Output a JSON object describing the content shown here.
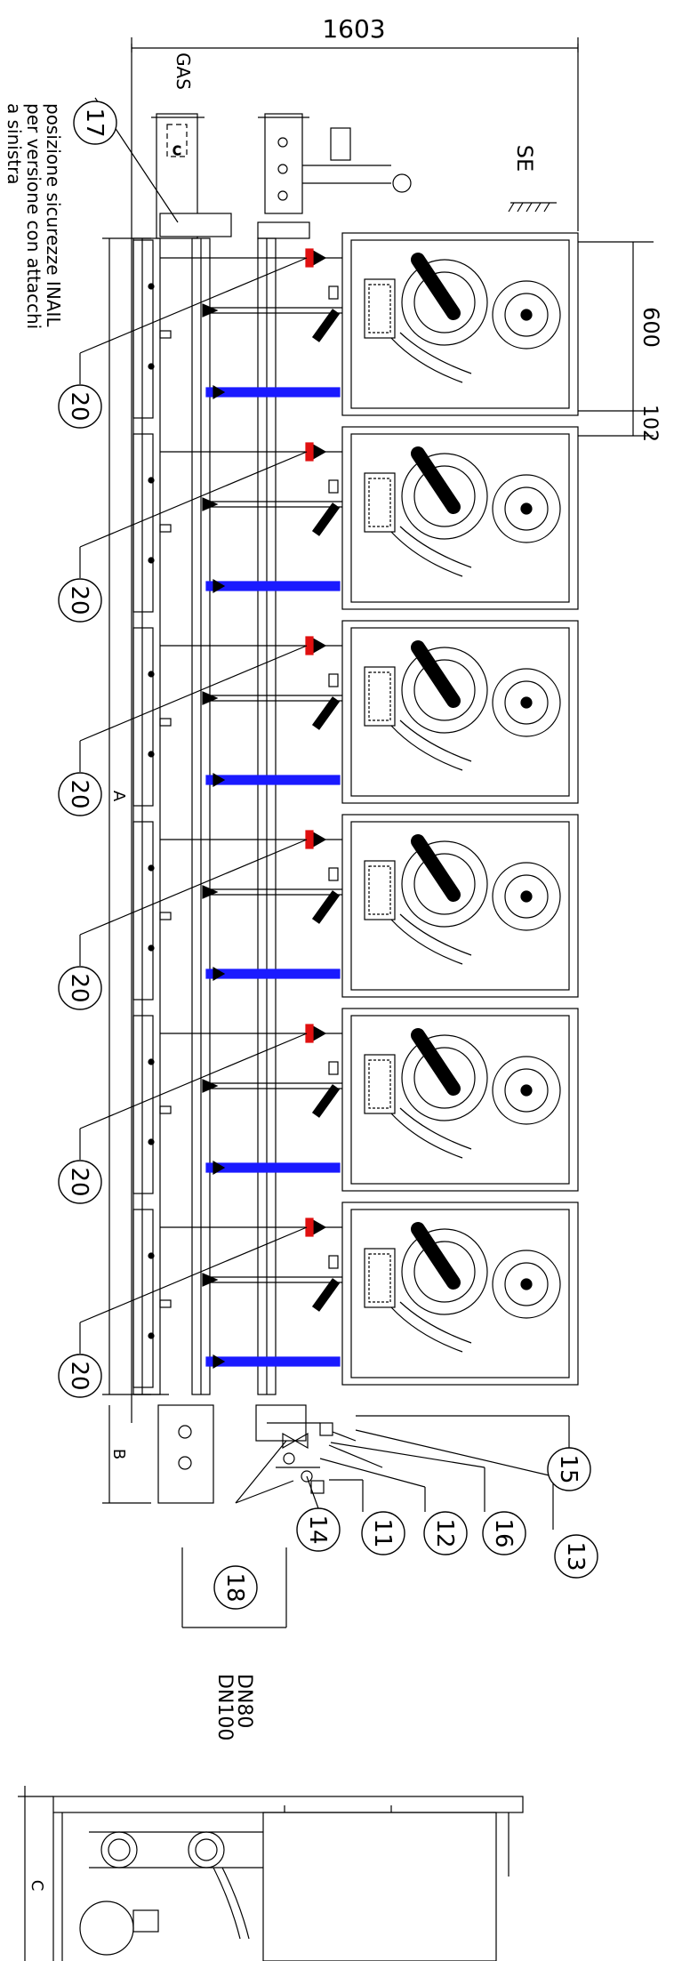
{
  "dimensions": {
    "overall_length": "1603",
    "module_width": "600",
    "module_gap": "102",
    "dim_a": "A",
    "dim_b": "B",
    "dim_c": "C"
  },
  "labels": {
    "gas": "GAS",
    "se": "SE",
    "note_line1": "posizione sicurezze INAIL",
    "note_line2": "per versione con attacchi",
    "note_line3": "a sinistra",
    "dn80": "DN80",
    "dn100": "DN100"
  },
  "callouts": {
    "c17": "17",
    "c20": "20",
    "c15": "15",
    "c18": "18",
    "c14": "14",
    "c11": "11",
    "c12": "12",
    "c16": "16",
    "c13": "13"
  },
  "colors": {
    "line": "#000000",
    "return_pipe": "#1a1aff",
    "safety_valve": "#e01010"
  },
  "modules": 6
}
